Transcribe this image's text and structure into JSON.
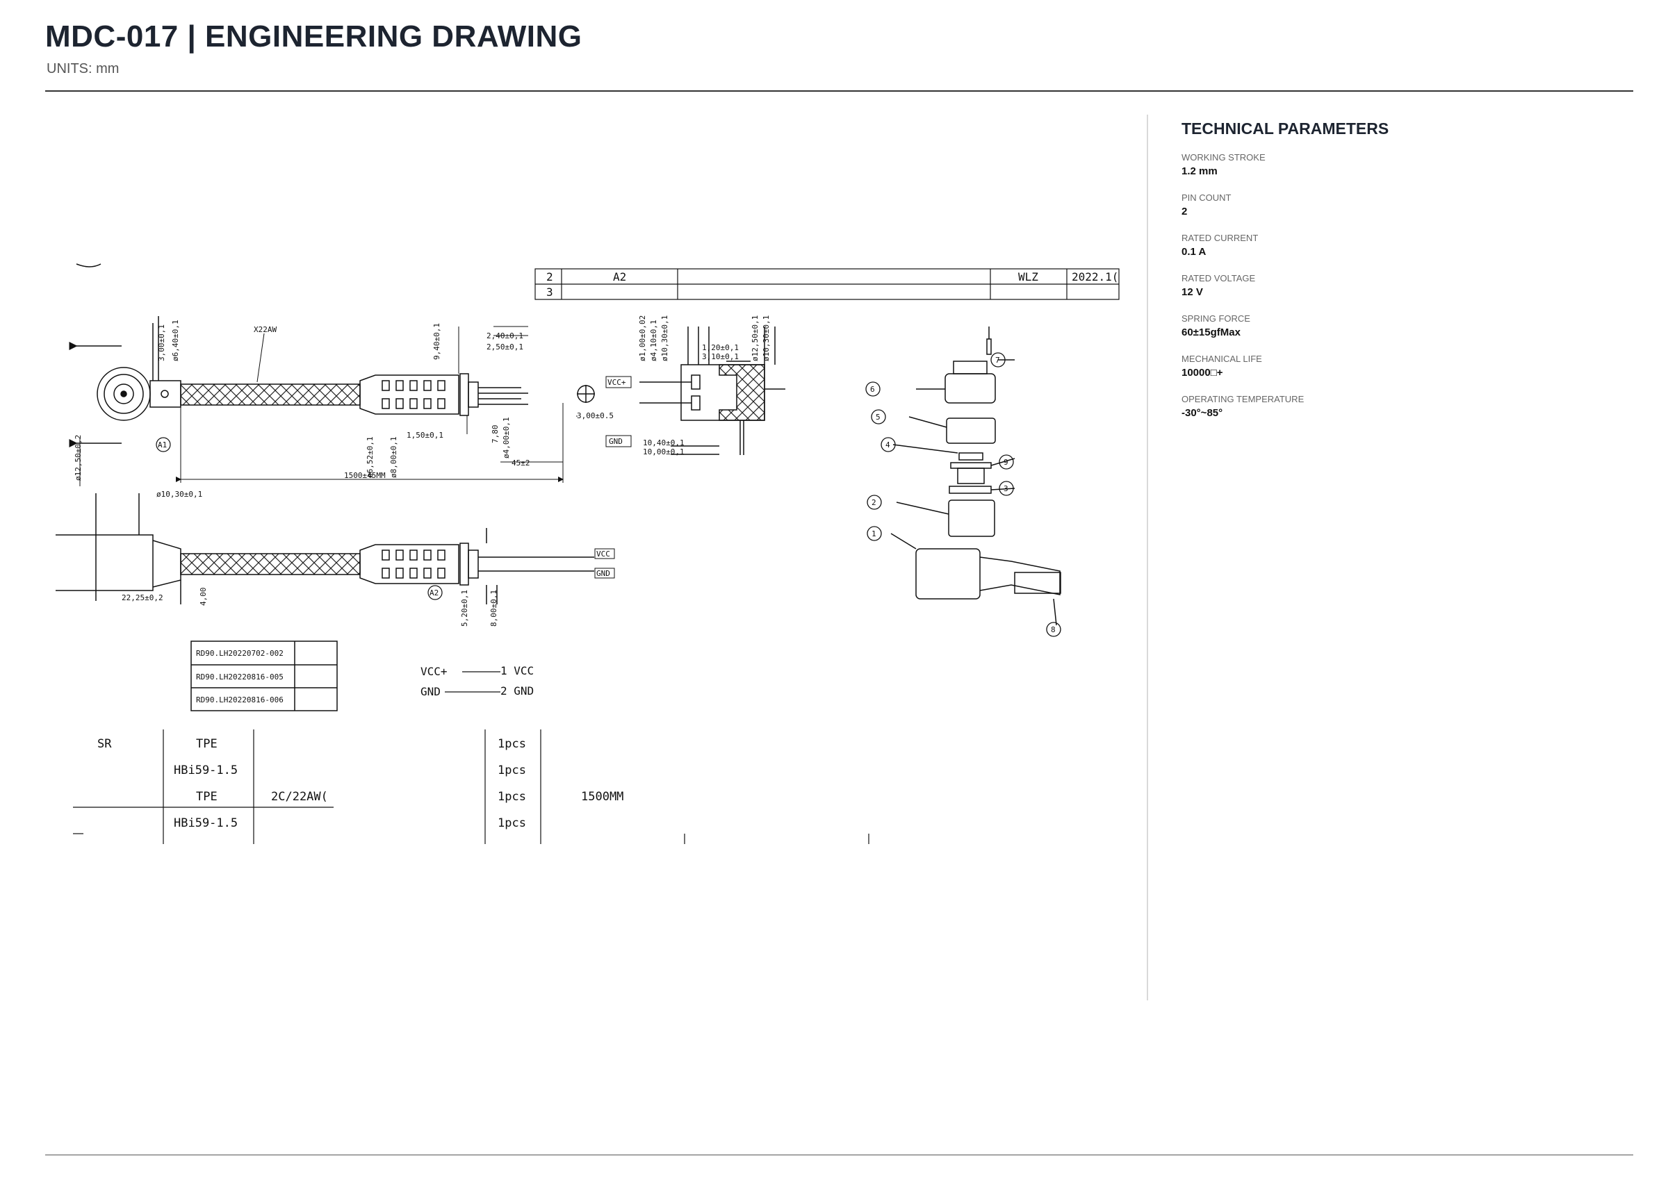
{
  "header": {
    "title": "MDC-017  |  ENGINEERING DRAWING",
    "units": "UNITS: mm"
  },
  "params": {
    "title": "TECHNICAL PARAMETERS",
    "items": [
      {
        "label": "WORKING STROKE",
        "value": "1.2 mm"
      },
      {
        "label": "PIN COUNT",
        "value": "2"
      },
      {
        "label": "RATED CURRENT",
        "value": "0.1 A"
      },
      {
        "label": "RATED VOLTAGE",
        "value": "12 V"
      },
      {
        "label": "SPRING FORCE",
        "value": "60±15gfMax"
      },
      {
        "label": "MECHANICAL LIFE",
        "value": "10000□+"
      },
      {
        "label": "OPERATING TEMPERATURE",
        "value": "-30°~85°"
      }
    ]
  },
  "drawing": {
    "revision_table": {
      "rows": [
        {
          "rev": "2",
          "ref": "A2",
          "by": "WLZ",
          "date": "2022.1("
        },
        {
          "rev": "3",
          "ref": "",
          "by": "",
          "date": ""
        }
      ]
    },
    "top_view": {
      "cable_label": "X22AW",
      "dims": {
        "d_3": "3,00±0,1",
        "d_6_4": "ø6,40±0,1",
        "d_12_5": "ø12,50±0,2",
        "d_9_4": "9,40±0,1",
        "d_2_4": "2,40±0,1",
        "d_2_5": "2,50±0,1",
        "d_6_52": "ø6,52±0,1",
        "d_8": "ø8,00±0,1",
        "d_1_5": "1,50±0,1",
        "d_7_8": "7,80",
        "d_4": "ø4,00±0,1",
        "d_45": "45±2",
        "d_1500": "1500±45MM",
        "d_3_05": "3,00±0.5"
      },
      "callout": "A1"
    },
    "section_view": {
      "vcc": "VCC+",
      "gnd": "GND",
      "dims": {
        "d_1_0": "ø1,00±0,02",
        "d_4_1": "ø4,10±0,1",
        "d_10_3": "ø10,30±0,1",
        "d_1_2": "1,20±0,1",
        "d_3_1": "3,10±0,1",
        "d_12_5": "ø12,50±0,1",
        "d_10_3b": "ø10,30±0,1",
        "d_10_4": "10,40±0,1",
        "d_10_0": "10,00±0,1"
      }
    },
    "side_view": {
      "dims": {
        "d_10_3": "ø10,30±0,1",
        "d_22_25": "22,25±0,2",
        "d_4": "4,00",
        "d_5_2": "5,20±0,1",
        "d_8": "8,00±0,1"
      },
      "callout": "A2",
      "vcc": "VCC",
      "gnd": "GND"
    },
    "part_numbers": [
      "RD90.LH20220702-002",
      "RD90.LH20220816-005",
      "RD90.LH20220816-006"
    ],
    "wiring": {
      "left1": "VCC+",
      "right1": "1 VCC",
      "left2": "GND",
      "right2": "2 GND"
    },
    "bom": [
      {
        "col1": "SR",
        "col2": "TPE",
        "col3": "",
        "qty": "1pcs",
        "note": ""
      },
      {
        "col1": "",
        "col2": "HBi59-1.5",
        "col3": "",
        "qty": "1pcs",
        "note": ""
      },
      {
        "col1": "",
        "col2": "TPE",
        "col3": "2C/22AW(",
        "qty": "1pcs",
        "note": "1500MM"
      },
      {
        "col1": "",
        "col2": "HBi59-1.5",
        "col3": "",
        "qty": "1pcs",
        "note": ""
      }
    ],
    "exploded_view": {
      "balloons": [
        "1",
        "2",
        "3",
        "4",
        "5",
        "6",
        "7",
        "8",
        "9"
      ]
    }
  }
}
